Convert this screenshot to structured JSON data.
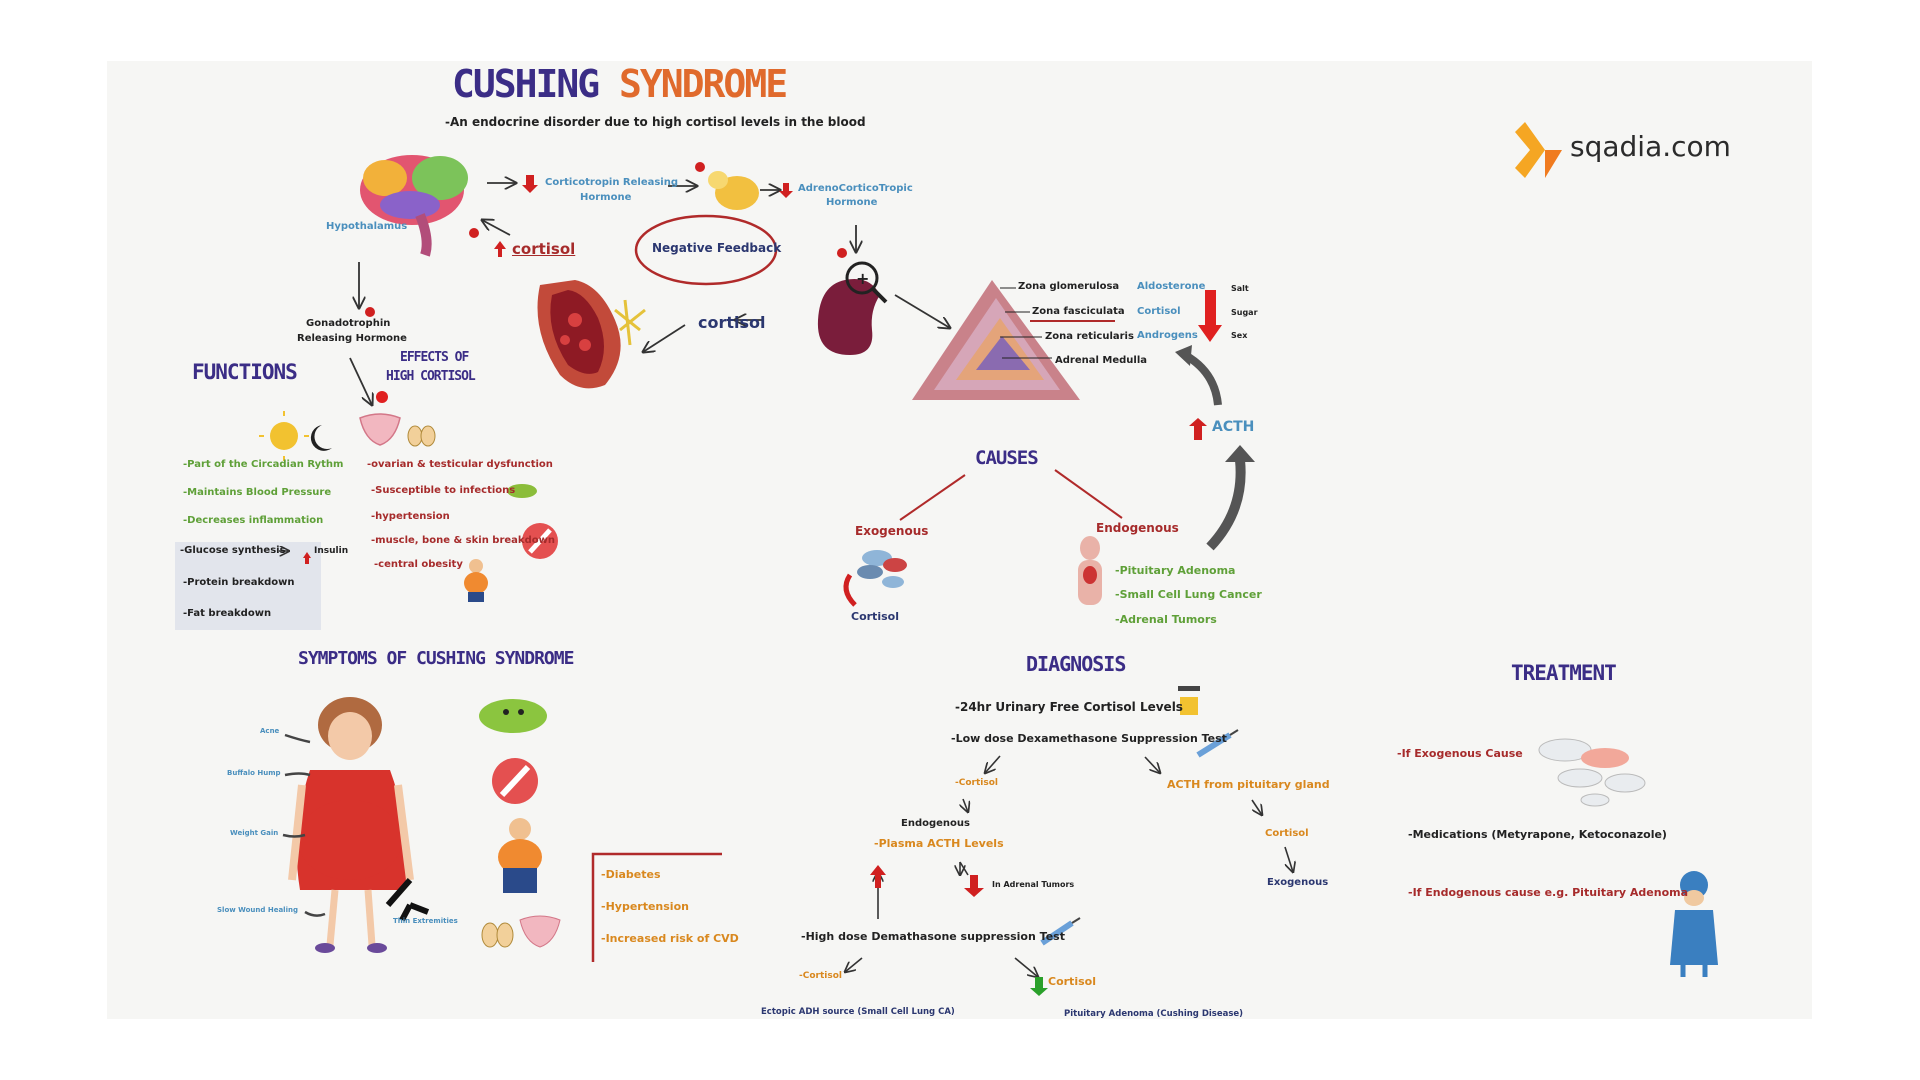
{
  "title": {
    "part1": "CUSHING",
    "part2": "SYNDROME",
    "subtitle": "-An endocrine disorder due to high cortisol levels in the blood"
  },
  "brand": {
    "name": "sqadia.com"
  },
  "axis_labels": {
    "hypothalamus": "Hypothalamus",
    "crh": [
      "Corticotropin Releasing",
      "Hormone"
    ],
    "acth_full": [
      "AdrenoCorticoTropic",
      "Hormone"
    ],
    "cortisol_top": "cortisol",
    "negative_feedback": "Negative Feedback",
    "cortisol_mid": "cortisol",
    "gnrh": [
      "Gonadotrophin",
      "Releasing Hormone"
    ]
  },
  "adrenal": {
    "zones": [
      "Zona glomerulosa",
      "Zona fasciculata",
      "Zona reticularis",
      "Adrenal Medulla"
    ],
    "hormones": [
      "Aldosterone",
      "Cortisol",
      "Androgens"
    ],
    "effects": [
      "Salt",
      "Sugar",
      "Sex"
    ],
    "acth": "ACTH"
  },
  "functions": {
    "heading": "FUNCTIONS",
    "items": [
      "-Part of the Circadian Rythm",
      "-Maintains Blood Pressure",
      "-Decreases inflammation"
    ],
    "boxed": [
      "-Glucose synthesis",
      "-Protein breakdown",
      "-Fat breakdown"
    ],
    "insulin": "Insulin"
  },
  "effects": {
    "heading": [
      "EFFECTS OF",
      "HIGH CORTISOL"
    ],
    "items": [
      "-ovarian & testicular dysfunction",
      "-Susceptible to infections",
      "-hypertension",
      "-muscle, bone & skin breakdown",
      "-central obesity"
    ]
  },
  "causes": {
    "heading": "CAUSES",
    "exogenous": "Exogenous",
    "exo_cortisol": "Cortisol",
    "endogenous": "Endogenous",
    "endo_items": [
      "-Pituitary Adenoma",
      "-Small Cell Lung Cancer",
      "-Adrenal Tumors"
    ]
  },
  "symptoms": {
    "heading": "SYMPTOMS OF CUSHING SYNDROME",
    "labels": [
      "Acne",
      "Buffalo Hump",
      "Weight Gain",
      "Slow Wound Healing",
      "Thin Extremities"
    ],
    "list": [
      "-Diabetes",
      "-Hypertension",
      "-Increased risk of CVD"
    ]
  },
  "diagnosis": {
    "heading": "DIAGNOSIS",
    "urinary": "-24hr Urinary Free Cortisol Levels",
    "low_dose": "-Low dose Dexamethasone Suppression Test",
    "down_cortisol": "-Cortisol",
    "acth_pit": "ACTH from pituitary gland",
    "cortisol_r": "Cortisol",
    "exogenous": "Exogenous",
    "endogenous": "Endogenous",
    "plasma": "-Plasma ACTH Levels",
    "adrenal_tumors": "In Adrenal Tumors",
    "high_dose": "-High dose Demathasone suppression Test",
    "cortisol_l": "-Cortisol",
    "cortisol_down2": "Cortisol",
    "ectopic": "Ectopic ADH source (Small Cell Lung CA)",
    "pituitary": "Pituitary Adenoma (Cushing Disease)"
  },
  "treatment": {
    "heading": "TREATMENT",
    "items": [
      "-If Exogenous Cause",
      "-Medications (Metyrapone, Ketoconazole)",
      "-If Endogenous cause e.g. Pituitary Adenoma"
    ]
  },
  "colors": {
    "heading": "#3b2d86",
    "accent_orange": "#e06a2c",
    "red": "#a62b2b",
    "green": "#5fa038",
    "blue": "#4a8fbd"
  }
}
